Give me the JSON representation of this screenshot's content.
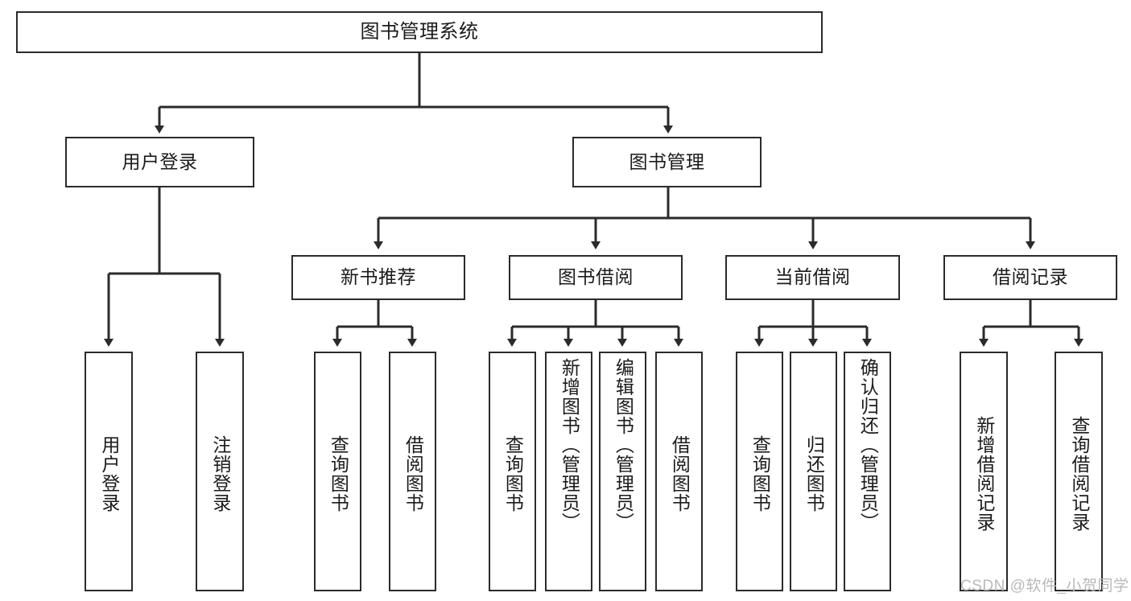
{
  "diagram": {
    "title": "图书管理系统",
    "root": {
      "label": "图书管理系统"
    },
    "level2": [
      {
        "label": "用户登录"
      },
      {
        "label": "图书管理"
      }
    ],
    "level3": [
      {
        "label": "新书推荐"
      },
      {
        "label": "图书借阅"
      },
      {
        "label": "当前借阅"
      },
      {
        "label": "借阅记录"
      }
    ],
    "leaves": [
      {
        "label": "用户登录"
      },
      {
        "label": "注销登录"
      },
      {
        "label": "查询图书"
      },
      {
        "label": "借阅图书"
      },
      {
        "label": "查询图书"
      },
      {
        "label": "新增图书（管理员）"
      },
      {
        "label": "编辑图书（管理员）"
      },
      {
        "label": "借阅图书"
      },
      {
        "label": "查询图书"
      },
      {
        "label": "归还图书"
      },
      {
        "label": "确认归还（管理员）"
      },
      {
        "label": "新增借阅记录"
      },
      {
        "label": "查询借阅记录"
      }
    ],
    "watermark": "CSDN @软件_小贺同学",
    "colors": {
      "stroke": "#2b2b2b",
      "fill": "#ffffff",
      "text": "#1b1b1b",
      "watermark": "#b9b9b9"
    }
  }
}
